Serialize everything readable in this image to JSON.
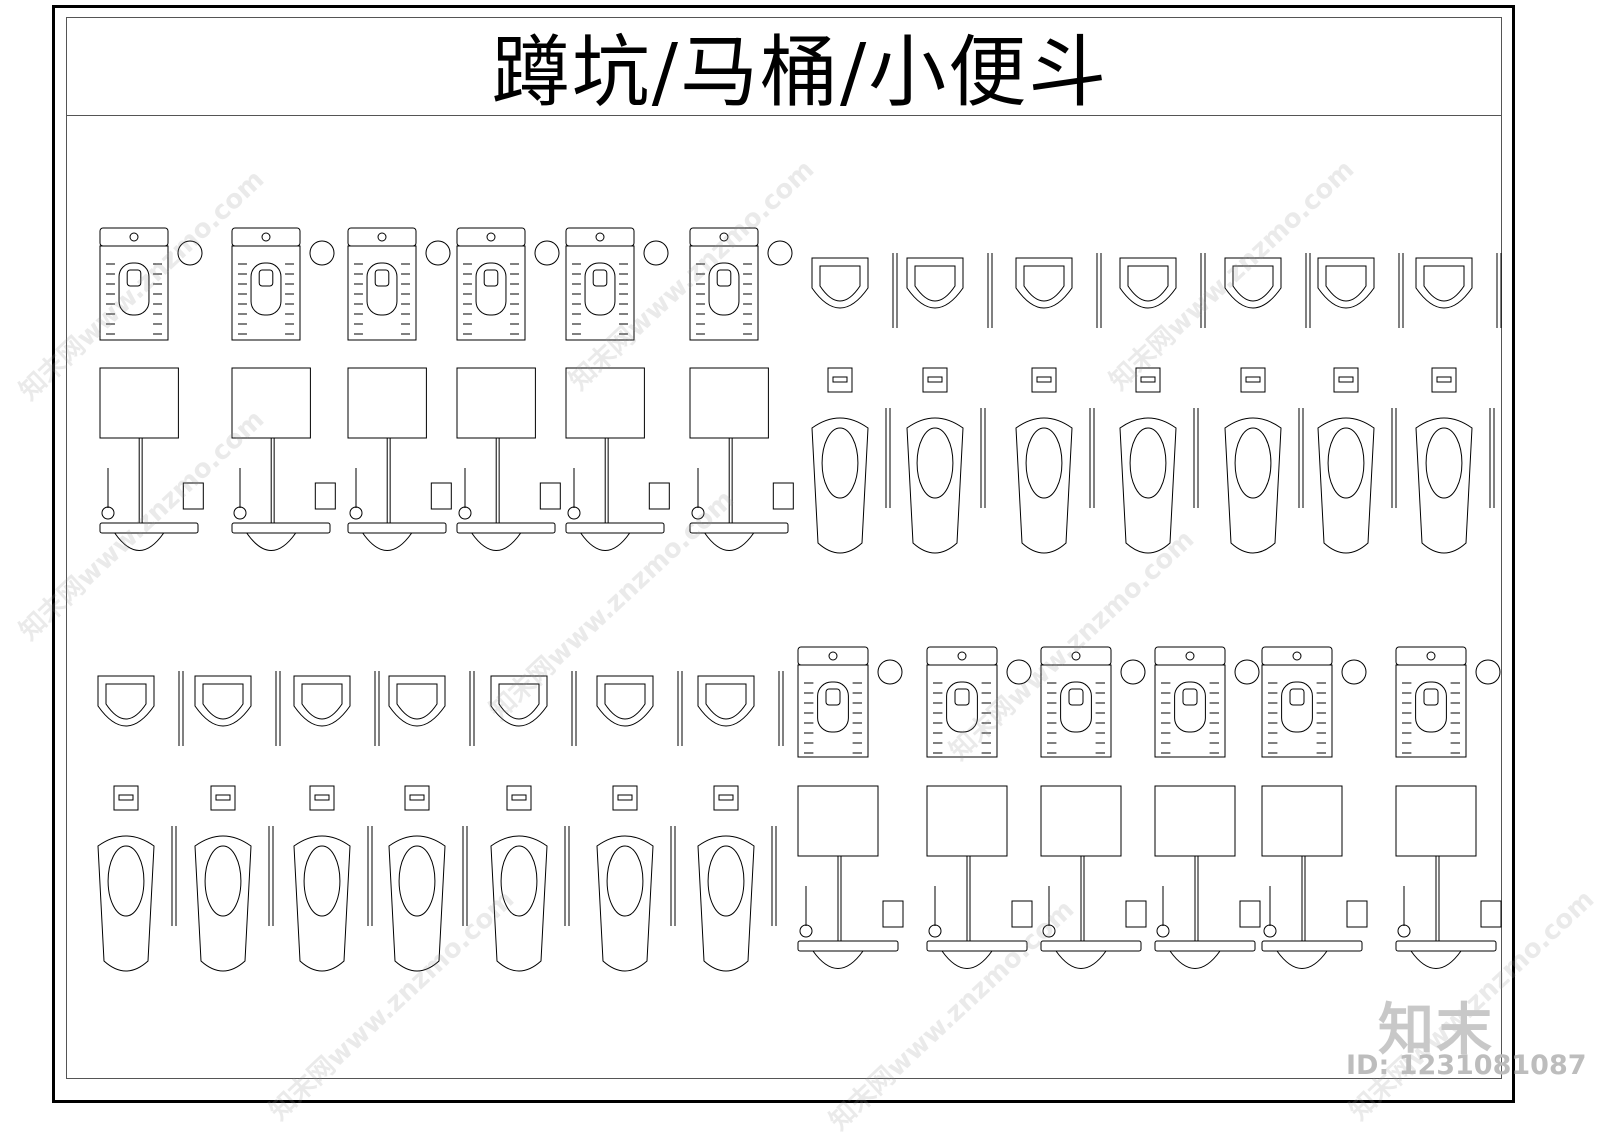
{
  "title": "蹲坑/马桶/小便斗",
  "watermark": "知末网www.znzmo.com",
  "brand": "知末",
  "drawing_id": "ID: 1231081087",
  "colors": {
    "line": "#000000",
    "frame": "#000000",
    "watermark": "#969696"
  }
}
